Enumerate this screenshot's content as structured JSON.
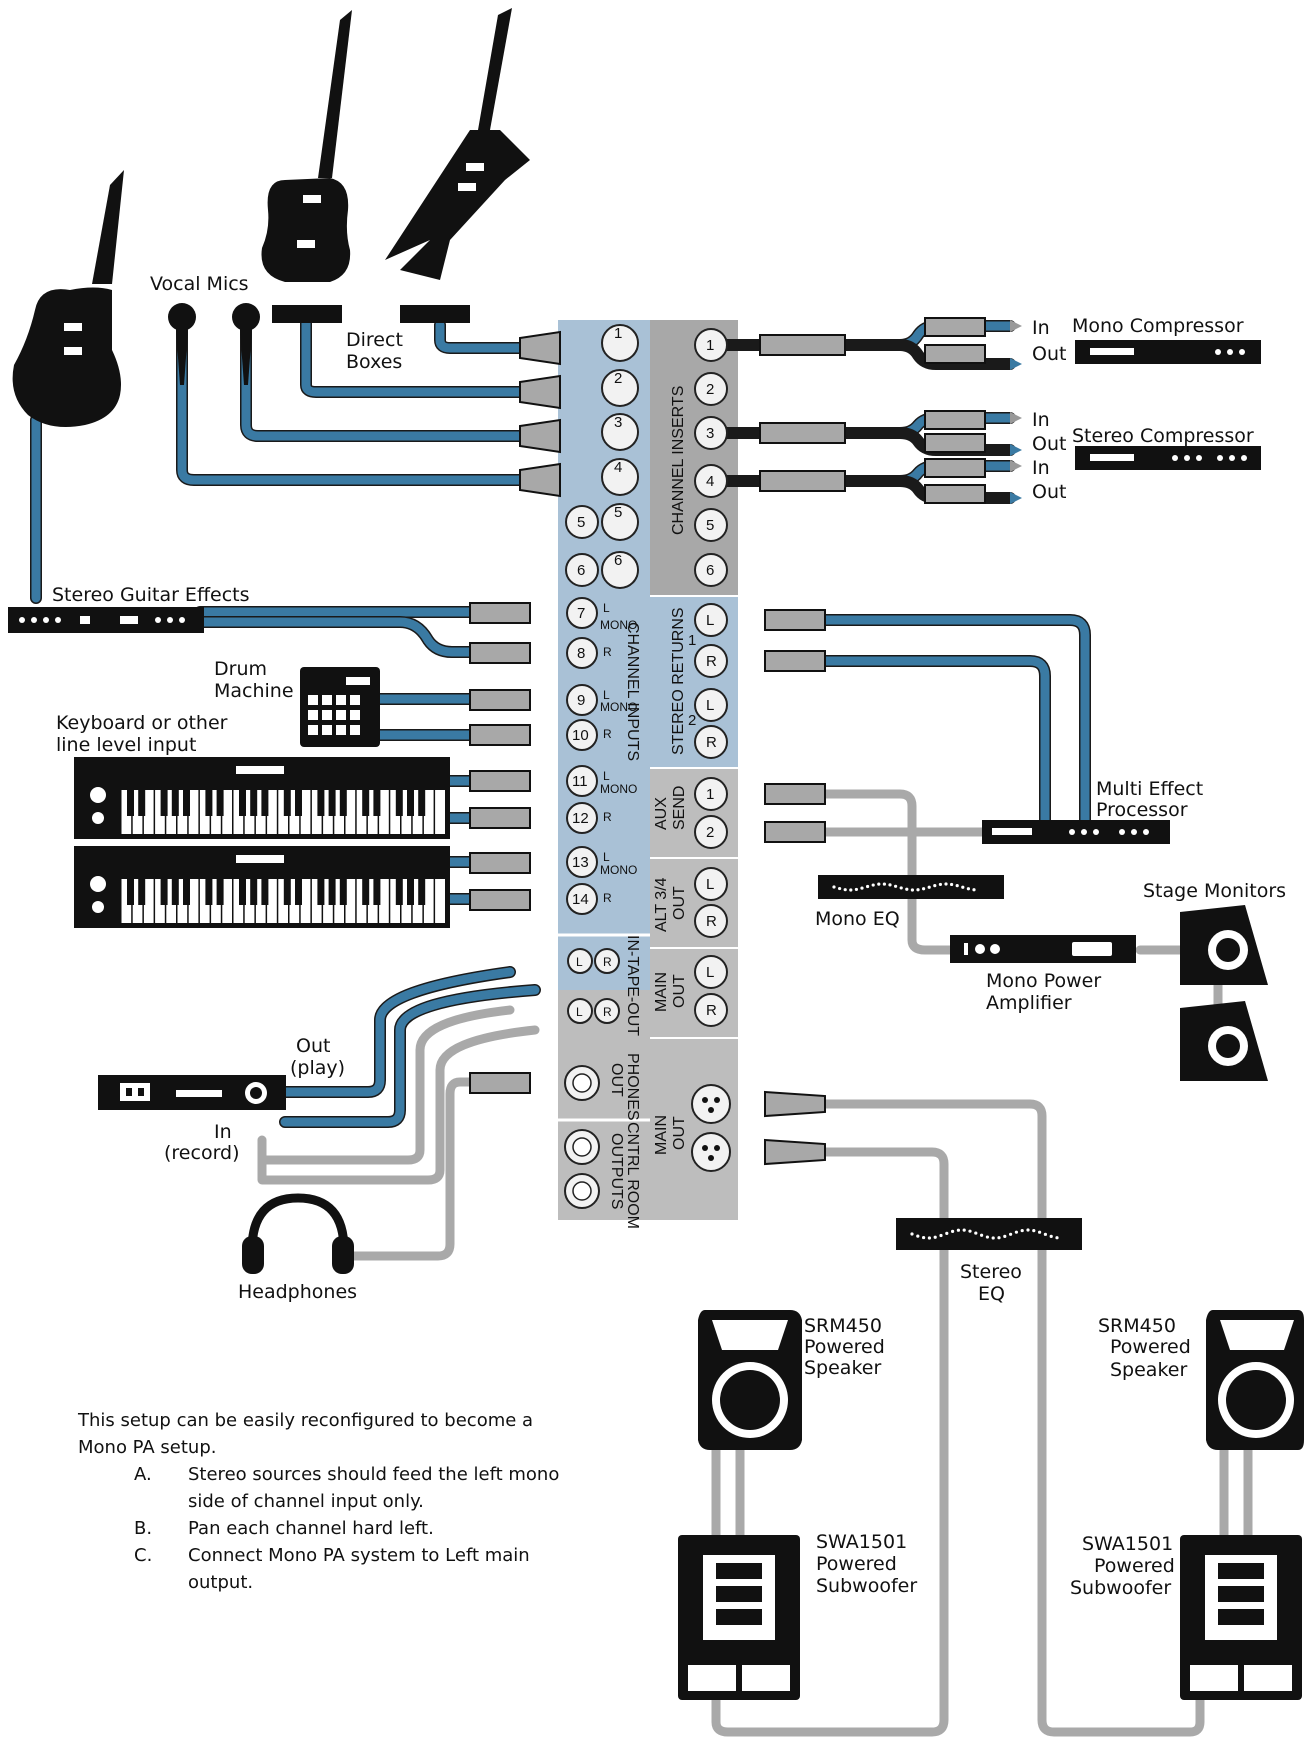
{
  "labels": {
    "vocal_mics": "Vocal Mics",
    "direct_boxes_1": "Direct",
    "direct_boxes_2": "Boxes",
    "mono_comp": "Mono Compressor",
    "stereo_comp": "Stereo Compressor",
    "in": "In",
    "out": "Out",
    "stereo_fx": "Stereo Guitar Effects",
    "drum_1": "Drum",
    "drum_2": "Machine",
    "kbd_1": "Keyboard or other",
    "kbd_2": "line level input",
    "multi_1": "Multi Effect",
    "multi_2": "Processor",
    "stage_monitors": "Stage Monitors",
    "mono_eq": "Mono EQ",
    "mono_amp_1": "Mono Power",
    "mono_amp_2": "Amplifier",
    "out_play_1": "Out",
    "out_play_2": "(play)",
    "in_rec_1": "In",
    "in_rec_2": "(record)",
    "headphones": "Headphones",
    "stereo_eq_1": "Stereo",
    "stereo_eq_2": "EQ",
    "srm_1": "SRM450",
    "srm_2": "Powered",
    "srm_3": "Speaker",
    "swa_1": "SWA1501",
    "swa_2": "Powered",
    "swa_3": "Subwoofer"
  },
  "mixer": {
    "channel_inserts": "CHANNEL INSERTS",
    "channel_inputs": "CHANNEL INPUTS",
    "stereo_returns": "STEREO RETURNS",
    "aux_send_1": "AUX",
    "aux_send_2": "SEND",
    "alt_out_1": "ALT 3/4",
    "alt_out_2": "OUT",
    "main_out_1": "MAIN",
    "main_out_2": "OUT",
    "tape": "IN-TAPE-OUT",
    "phones_1": "PHONES",
    "phones_2": "OUT",
    "cntrl_1": "CNTRL ROOM",
    "cntrl_2": "OUTPUTS",
    "mono": "MONO",
    "L": "L",
    "R": "R",
    "one": "1",
    "two": "2",
    "n1": "1",
    "n2": "2",
    "n3": "3",
    "n4": "4",
    "n5": "5",
    "n6": "6",
    "n7": "7",
    "n8": "8",
    "n9": "9",
    "n10": "10",
    "n11": "11",
    "n12": "12",
    "n13": "13",
    "n14": "14"
  },
  "note": {
    "intro": "This setup can be easily reconfigured to become a Mono PA setup.",
    "items": [
      {
        "key": "A.",
        "text": "Stereo sources should feed the left mono side of channel input only."
      },
      {
        "key": "B.",
        "text": "Pan each channel hard left."
      },
      {
        "key": "C.",
        "text": "Connect Mono PA system to Left main output."
      }
    ]
  },
  "colors": {
    "cable_blue": "#3a7aa3",
    "cable_grey": "#a9a9a9",
    "panel": "#a9c1d6",
    "panel_grey": "#bdbdbd"
  }
}
